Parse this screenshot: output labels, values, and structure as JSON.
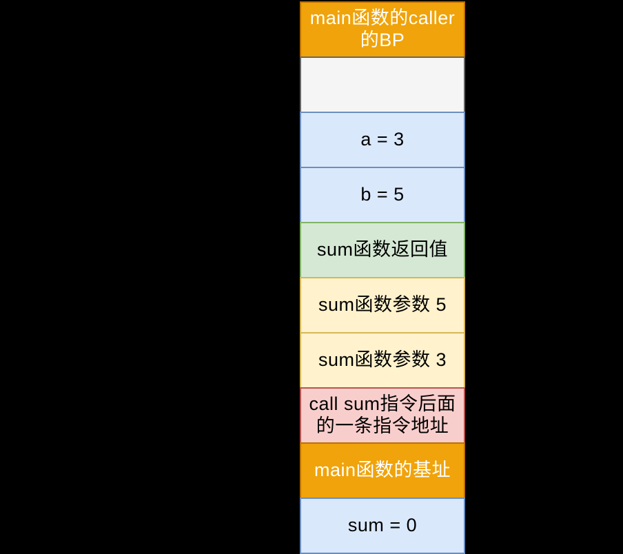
{
  "page": {
    "background_color": "#000000",
    "description": "Call stack memory layout diagram for main calling sum(3,5)"
  },
  "stack": {
    "styles": {
      "orange": {
        "fill": "#F0A30A",
        "stroke": "#BD7000",
        "text": "#FFFFFF"
      },
      "gray": {
        "fill": "#F5F5F5",
        "stroke": "#666666",
        "text": "#000000"
      },
      "blue": {
        "fill": "#DAE8FC",
        "stroke": "#6C8EBF",
        "text": "#000000"
      },
      "green": {
        "fill": "#D5E8D4",
        "stroke": "#82B366",
        "text": "#000000"
      },
      "yellow": {
        "fill": "#FFF2CC",
        "stroke": "#D6B656",
        "text": "#000000"
      },
      "pink": {
        "fill": "#F8CECC",
        "stroke": "#B85450",
        "text": "#000000"
      }
    },
    "cells": [
      {
        "text": "main函数的caller\n的BP",
        "style": "orange"
      },
      {
        "text": "",
        "style": "gray"
      },
      {
        "text": "a = 3",
        "style": "blue"
      },
      {
        "text": "b = 5",
        "style": "blue"
      },
      {
        "text": "sum函数返回值",
        "style": "green"
      },
      {
        "text": "sum函数参数 5",
        "style": "yellow"
      },
      {
        "text": "sum函数参数 3",
        "style": "yellow"
      },
      {
        "text": "call sum指令后面\n的一条指令地址",
        "style": "pink"
      },
      {
        "text": "main函数的基址",
        "style": "orange"
      },
      {
        "text": "sum = 0",
        "style": "blue"
      }
    ]
  }
}
